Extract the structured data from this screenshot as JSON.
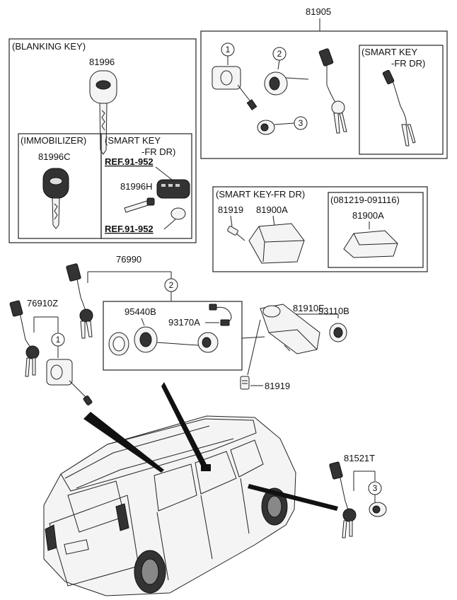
{
  "labels": {
    "p81905": "81905",
    "blanking_key": "(BLANKING KEY)",
    "p81996": "81996",
    "immobilizer": "(IMMOBILIZER)",
    "p81996c": "81996C",
    "smart_key_1a": "(SMART KEY",
    "smart_key_1b": "-FR DR)",
    "ref_top": "REF.91-952",
    "p81996h": "81996H",
    "ref_bottom": "REF.91-952",
    "smart_key_2a": "(SMART KEY",
    "smart_key_2b": "-FR DR)",
    "smart_key_fr_dr": "(SMART KEY-FR DR)",
    "p81919_top": "81919",
    "p81900a_left": "81900A",
    "date_range": "(081219-091116)",
    "p81900a_right": "81900A",
    "p76990": "76990",
    "p76910z": "76910Z",
    "p95440b": "95440B",
    "p93170a": "93170A",
    "p81910f": "81910F",
    "p93110b": "93110B",
    "p81919_bottom": "81919",
    "p81521t": "81521T"
  },
  "callouts": {
    "c1_top": "1",
    "c2_top": "2",
    "c3_top": "3",
    "c2_mid": "2",
    "c1_left": "1",
    "c3_right": "3"
  }
}
